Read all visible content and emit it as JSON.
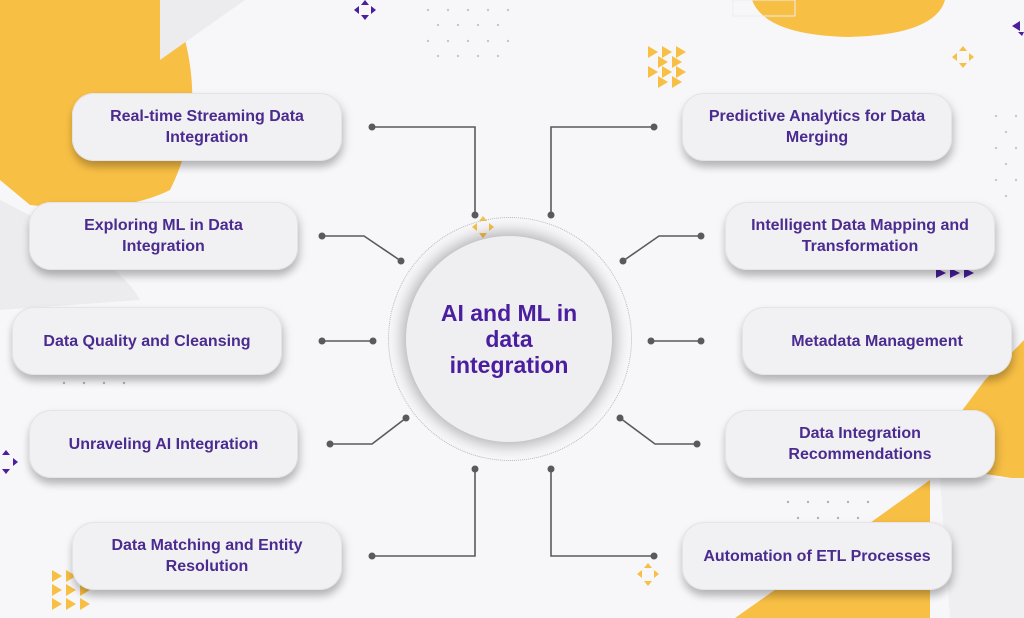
{
  "diagram": {
    "title": "AI and ML in data integration",
    "colors": {
      "accent": "#4b2b8f",
      "hub_text": "#4a1e9e",
      "yellow": "#f8bf45",
      "card_bg": "#f1f1f3",
      "connector": "#555555"
    },
    "left_items": [
      {
        "label": "Real-time Streaming Data Integration"
      },
      {
        "label": "Exploring ML in Data Integration"
      },
      {
        "label": "Data Quality and Cleansing"
      },
      {
        "label": "Unraveling AI Integration"
      },
      {
        "label": "Data Matching and Entity Resolution"
      }
    ],
    "right_items": [
      {
        "label": "Predictive Analytics for Data Merging"
      },
      {
        "label": "Intelligent Data Mapping and Transformation"
      },
      {
        "label": "Metadata Management"
      },
      {
        "label": "Data Integration Recommendations"
      },
      {
        "label": "Automation of ETL Processes"
      }
    ]
  }
}
